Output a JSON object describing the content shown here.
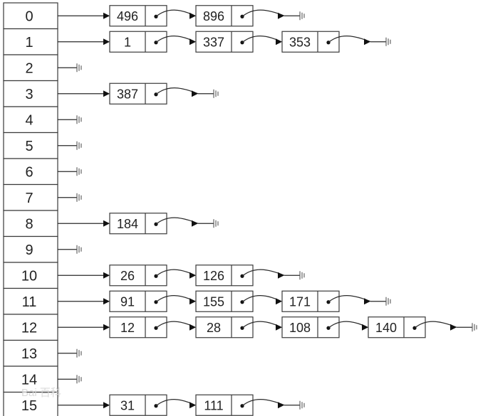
{
  "hash_table": {
    "buckets": [
      {
        "index": "0",
        "chain": [
          "496",
          "896"
        ]
      },
      {
        "index": "1",
        "chain": [
          "1",
          "337",
          "353"
        ]
      },
      {
        "index": "2",
        "chain": []
      },
      {
        "index": "3",
        "chain": [
          "387"
        ]
      },
      {
        "index": "4",
        "chain": []
      },
      {
        "index": "5",
        "chain": []
      },
      {
        "index": "6",
        "chain": []
      },
      {
        "index": "7",
        "chain": []
      },
      {
        "index": "8",
        "chain": [
          "184"
        ]
      },
      {
        "index": "9",
        "chain": []
      },
      {
        "index": "10",
        "chain": [
          "26",
          "126"
        ]
      },
      {
        "index": "11",
        "chain": [
          "91",
          "155",
          "171"
        ]
      },
      {
        "index": "12",
        "chain": [
          "12",
          "28",
          "108",
          "140"
        ]
      },
      {
        "index": "13",
        "chain": []
      },
      {
        "index": "14",
        "chain": []
      },
      {
        "index": "15",
        "chain": [
          "31",
          "111"
        ]
      }
    ]
  },
  "watermark": {
    "text": "Bai 百科"
  },
  "colors": {
    "line": "#2a2a2a",
    "box": "#3a3a3a",
    "text": "#222222",
    "background": "#ffffff"
  }
}
